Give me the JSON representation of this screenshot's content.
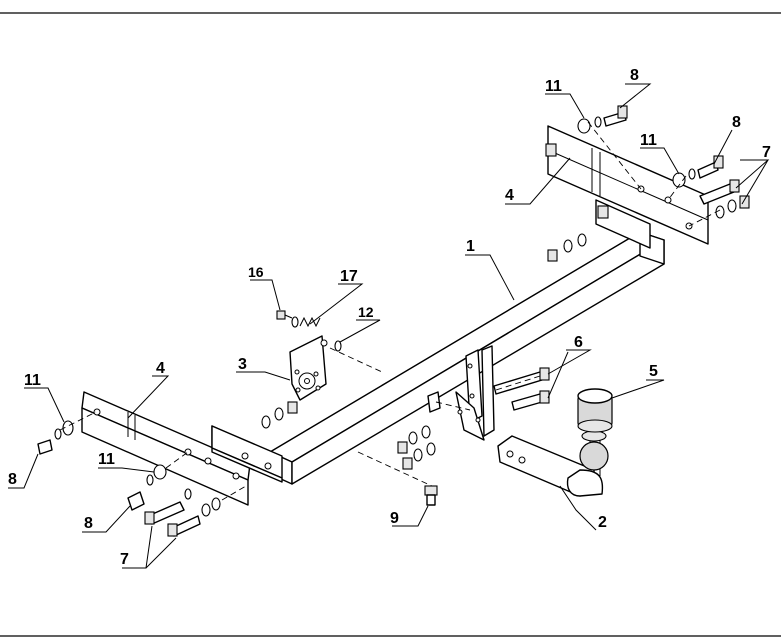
{
  "callouts": {
    "c1": "1",
    "c2": "2",
    "c3": "3",
    "c4a": "4",
    "c4b": "4",
    "c5": "5",
    "c6": "6",
    "c7a": "7",
    "c7b": "7",
    "c8a": "8",
    "c8b": "8",
    "c8c": "8",
    "c8d": "8",
    "c9": "9",
    "c11a": "11",
    "c11b": "11",
    "c11c": "11",
    "c11d": "11",
    "c12": "12",
    "c16": "16",
    "c17": "17"
  }
}
